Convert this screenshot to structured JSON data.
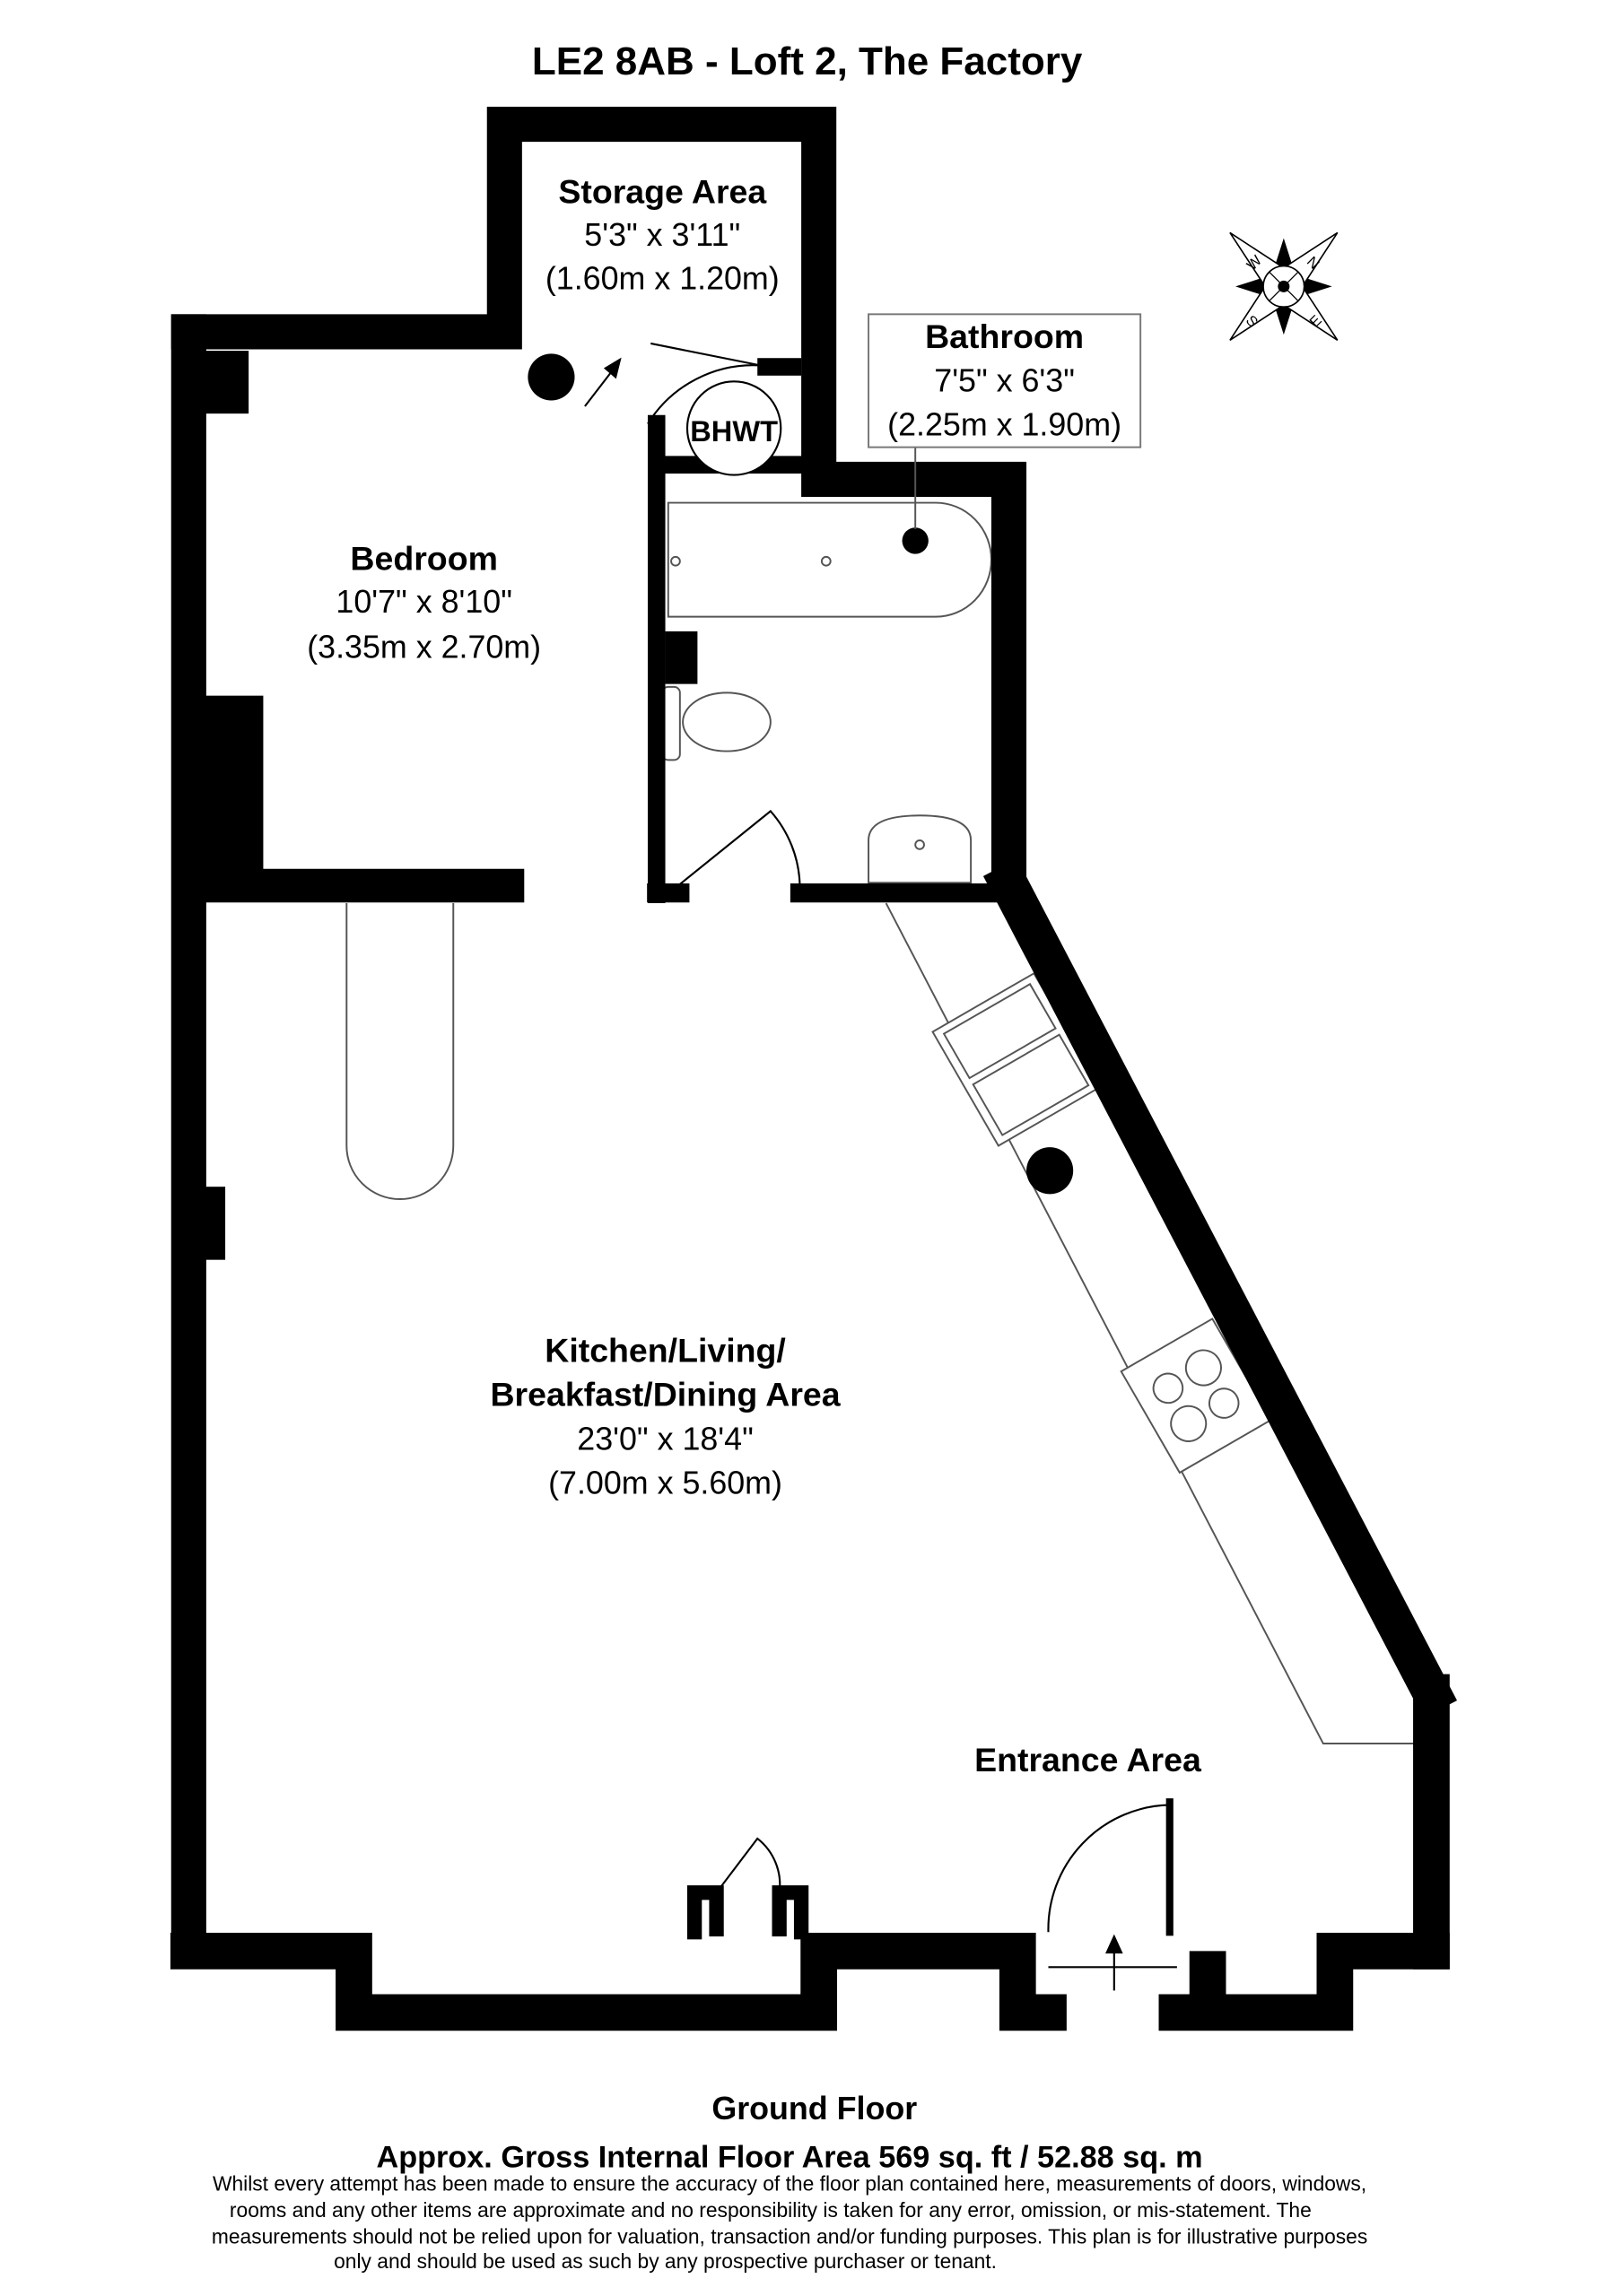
{
  "title": "LE2 8AB - Loft 2, The Factory",
  "rooms": {
    "storage": {
      "name": "Storage Area",
      "imperial": "5'3\" x 3'11\"",
      "metric": "(1.60m x 1.20m)"
    },
    "bathroom": {
      "name": "Bathroom",
      "imperial": "7'5\" x 6'3\"",
      "metric": "(2.25m x 1.90m)"
    },
    "bedroom": {
      "name": "Bedroom",
      "imperial": "10'7\" x 8'10\"",
      "metric": "(3.35m x 2.70m)"
    },
    "kitchen": {
      "name_line1": "Kitchen/Living/",
      "name_line2": "Breakfast/Dining Area",
      "imperial": "23'0\" x 18'4\"",
      "metric": "(7.00m x 5.60m)"
    },
    "entrance": {
      "name": "Entrance Area"
    }
  },
  "fixtures": {
    "bhwt": "BHWT"
  },
  "compass": {
    "n": "N",
    "e": "E",
    "s": "S",
    "w": "W"
  },
  "footer": {
    "floor": "Ground Floor",
    "area": "Approx. Gross Internal Floor Area 569 sq. ft / 52.88 sq. m",
    "disclaimer": [
      "Whilst every attempt has been made to ensure the accuracy of the floor plan contained here, measurements of doors, windows,",
      "rooms and any other items are approximate and no responsibility is taken for any error, omission, or mis-statement. The",
      "measurements should not be relied upon for valuation, transaction and/or funding purposes. This plan is for illustrative purposes",
      "only and should be used as such by any prospective purchaser or tenant."
    ]
  }
}
